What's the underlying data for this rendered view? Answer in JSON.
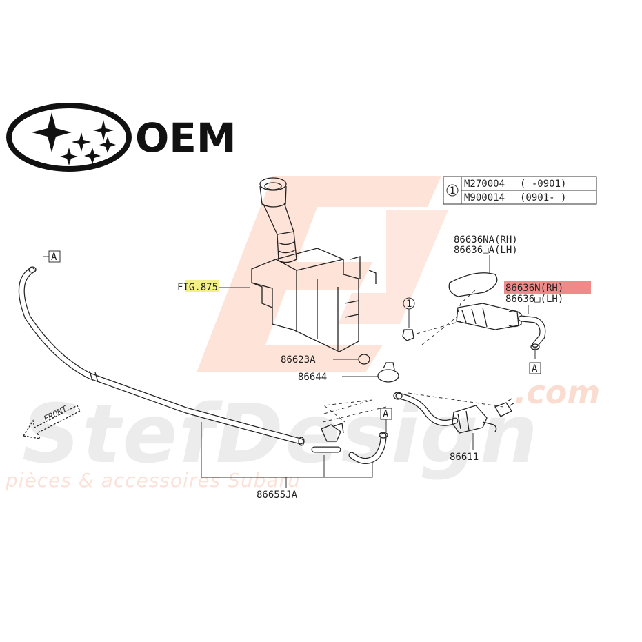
{
  "brand": {
    "badge": "OEM"
  },
  "watermark": {
    "main": "StefDesign",
    "com": ".com",
    "tagline": "pièces & accessoires Subaru"
  },
  "legend": {
    "marker": "1",
    "rows": [
      {
        "code": "M270004",
        "range": "(  -0901)"
      },
      {
        "code": "M900014",
        "range": "(0901-  )"
      }
    ]
  },
  "labels": {
    "fig": "FIG.875",
    "p86636NA": "86636NA(RH)",
    "p86636_A": "86636□A(LH)",
    "p86636N": "86636N(RH)",
    "p86636_": "86636□(LH)",
    "p86623A": "86623A",
    "p86644": "86644",
    "p86611": "86611",
    "p86655JA": "86655JA",
    "front": "FRONT",
    "refA": "A",
    "callout1": "1"
  },
  "highlights": {
    "fig_color": "#f3f08a",
    "part_color": "#f08a8a"
  }
}
